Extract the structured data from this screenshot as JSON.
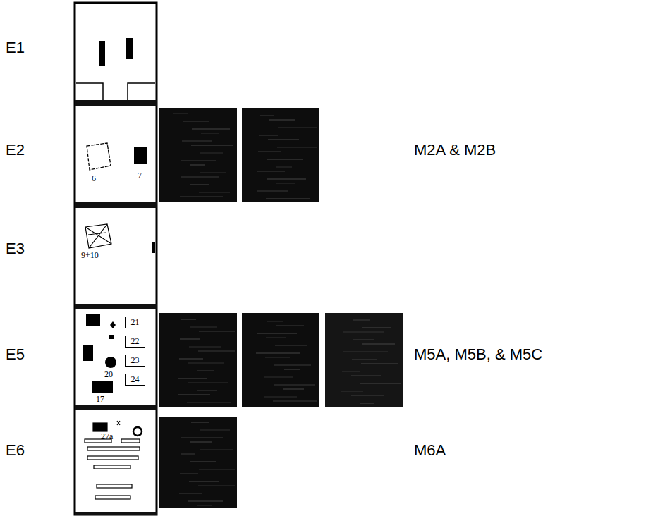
{
  "diagram": {
    "nodes": [
      {
        "text": [
          "E1"
        ]
      },
      {
        "text": [
          "E2"
        ]
      },
      {
        "text": [
          "E3"
        ]
      },
      {
        "text": [
          "E5"
        ]
      },
      {
        "text": [
          "21"
        ],
        "in": 3
      },
      {
        "text": [
          "22"
        ],
        "in": 3
      },
      {
        "text": [
          "23"
        ],
        "in": 3
      },
      {
        "text": [
          "24"
        ],
        "in": 3
      },
      {
        "text": [
          "E6"
        ]
      }
    ],
    "labels": [
      "6",
      "7",
      "9+10",
      "20",
      "17",
      "27a",
      "M2A & M2B",
      "M5A, M5B, & M5C",
      "M6A"
    ]
  }
}
